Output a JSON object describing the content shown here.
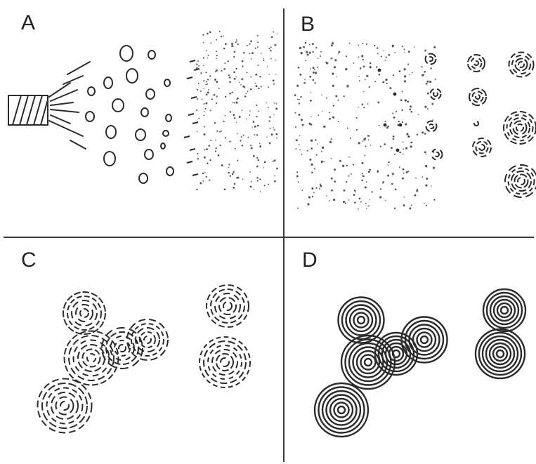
{
  "figure": {
    "panels": [
      {
        "label": "A"
      },
      {
        "label": "B"
      },
      {
        "label": "C"
      },
      {
        "label": "D"
      }
    ]
  },
  "colors": {
    "ink": "#2b2b2b",
    "divider": "#3a3a3a",
    "background": "#ffffff"
  }
}
